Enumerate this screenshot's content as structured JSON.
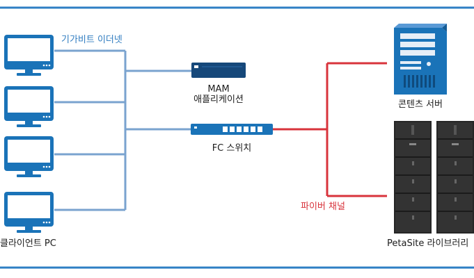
{
  "labels": {
    "gigabit_ethernet": "기가비트 이더넷",
    "mam_line1": "MAM",
    "mam_line2": "애플리케이션",
    "fc_switch": "FC 스위치",
    "content_server": "콘텐츠 서버",
    "fibre_channel": "파이버 채널",
    "client_pc": "클라이언트 PC",
    "petasite_library": "PetaSite 라이브러리"
  },
  "colors": {
    "frame": "#2e7fc4",
    "ethernet_line": "#7aa3cf",
    "fibre_line": "#d8333b",
    "device_blue": "#1a73b8",
    "device_dark": "#16487a",
    "library_dark": "#262626",
    "text": "#1c1c1c",
    "label_blue": "#2f7cc0",
    "label_red": "#d8333b"
  }
}
